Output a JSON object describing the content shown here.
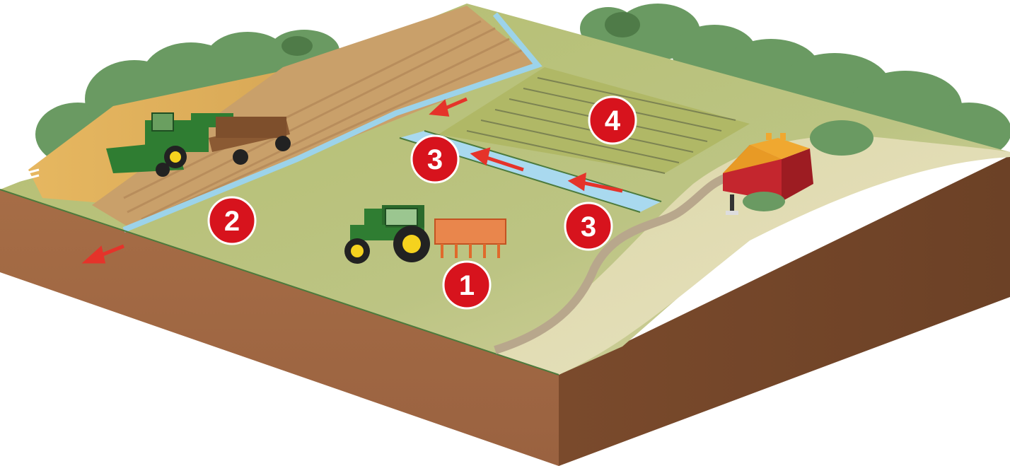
{
  "diagram": {
    "markers": [
      {
        "id": "m1",
        "label": "1"
      },
      {
        "id": "m2",
        "label": "2"
      },
      {
        "id": "m3a",
        "label": "3"
      },
      {
        "id": "m3b",
        "label": "3"
      },
      {
        "id": "m4",
        "label": "4"
      }
    ],
    "colors": {
      "marker_fill": "#d7131d",
      "marker_text": "#ffffff",
      "soil_front": "#a46b45",
      "soil_side": "#7a4a2c",
      "grass_field": "#b8c07a",
      "water": "#a9d9ef",
      "flow_arrow": "#e5332a",
      "barn_wall": "#c4262e",
      "barn_roof": "#f0a830",
      "tractor_green": "#2f7d32",
      "tractor_yellow": "#f5d21e",
      "cultivator": "#e06a2c",
      "tree_green": "#6a9a62"
    },
    "icons": [
      "tractor-icon",
      "combine-harvester-icon",
      "grain-wagon-icon",
      "barn-icon",
      "water-pump-icon",
      "flow-arrow-icon"
    ]
  }
}
